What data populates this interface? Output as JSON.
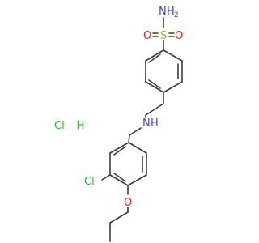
{
  "molecule": {
    "labels": {
      "nh2_n": "N",
      "nh2_h": "H",
      "nh2_sub": "2",
      "o_left": "O",
      "s": "S",
      "o_right": "O",
      "nh": "N",
      "nh_h": "H",
      "cl_ring": "Cl",
      "o_ether": "O",
      "salt": "Cl – H"
    },
    "colors": {
      "bond": "#3b3b3b",
      "nitrogen": "#3b45c8",
      "oxygen": "#e8231a",
      "sulfur": "#b9a21a",
      "chlorine": "#1fbf1f"
    }
  }
}
